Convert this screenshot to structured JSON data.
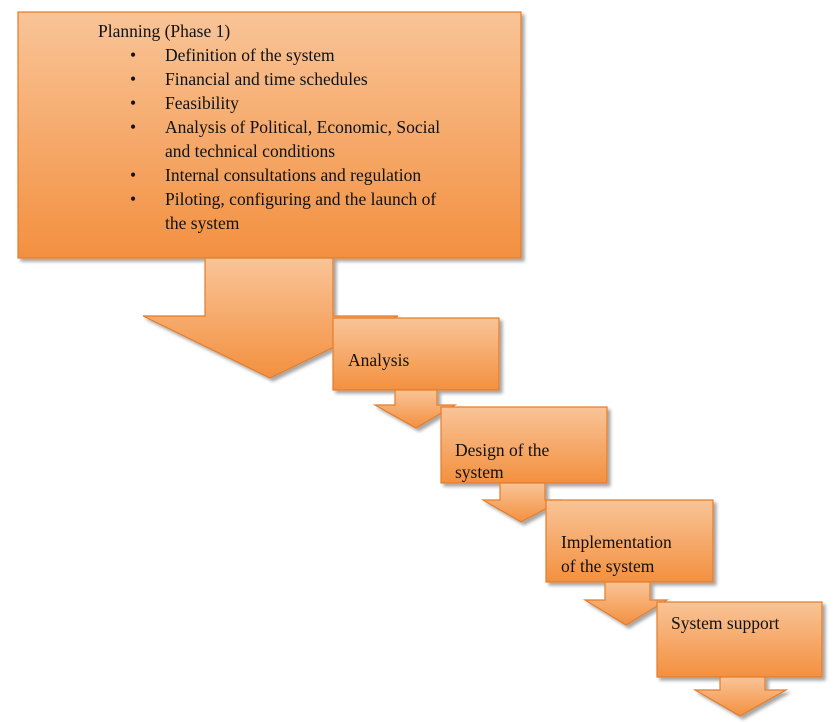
{
  "phases": [
    {
      "title": "Planning (Phase 1)",
      "items": [
        "Definition of the system",
        "Financial and time schedules",
        "Feasibility",
        "Analysis of Political, Economic, Social",
        "Internal consultations and regulation",
        "Piloting, configuring and the launch of"
      ],
      "continuations": {
        "3": "and technical conditions",
        "5": "the system"
      }
    },
    {
      "title": "Analysis"
    },
    {
      "title_line1": "Design of the",
      "title_line2": "system"
    },
    {
      "title_line1": "Implementation",
      "title_line2": "of the system"
    },
    {
      "title": "System support"
    }
  ],
  "colors": {
    "fill_top": "#f9c497",
    "fill_bottom": "#f39040",
    "border": "#e47b2c"
  }
}
